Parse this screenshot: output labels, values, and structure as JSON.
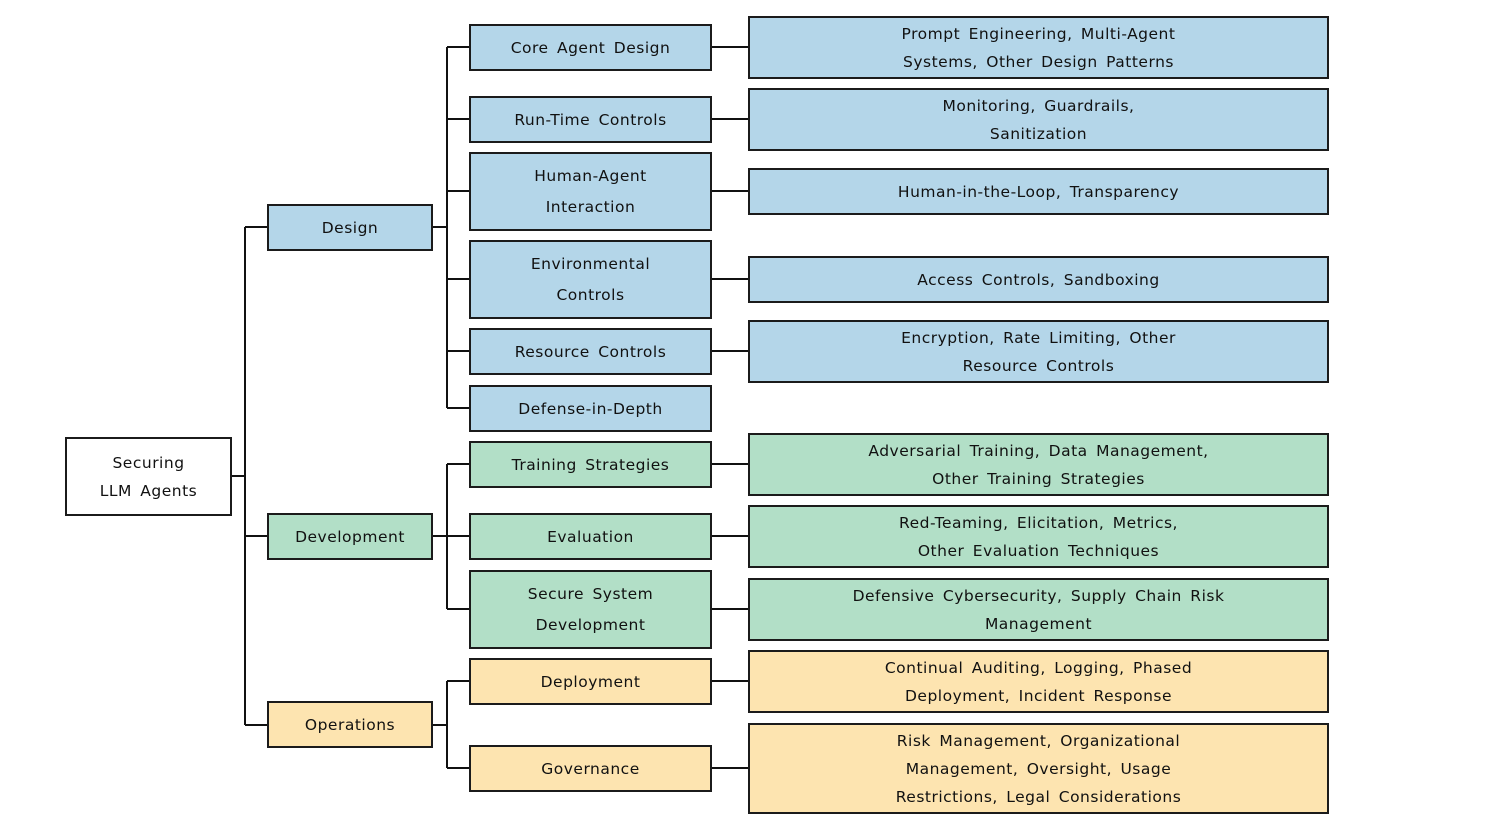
{
  "root": {
    "label": "Securing\nLLM Agents"
  },
  "categories": {
    "design": {
      "label": "Design"
    },
    "development": {
      "label": "Development"
    },
    "operations": {
      "label": "Operations"
    }
  },
  "subtopics": {
    "core_agent_design": {
      "label": "Core Agent Design",
      "details": "Prompt Engineering, Multi-Agent\nSystems, Other Design Patterns"
    },
    "run_time_controls": {
      "label": "Run-Time Controls",
      "details": "Monitoring, Guardrails,\nSanitization"
    },
    "human_agent_interaction": {
      "label": "Human-Agent\nInteraction",
      "details": "Human-in-the-Loop, Transparency"
    },
    "environmental_controls": {
      "label": "Environmental\nControls",
      "details": "Access Controls, Sandboxing"
    },
    "resource_controls": {
      "label": "Resource Controls",
      "details": "Encryption, Rate Limiting, Other\nResource Controls"
    },
    "defense_in_depth": {
      "label": "Defense-in-Depth"
    },
    "training_strategies": {
      "label": "Training Strategies",
      "details": "Adversarial Training, Data Management,\nOther Training Strategies"
    },
    "evaluation": {
      "label": "Evaluation",
      "details": "Red-Teaming, Elicitation, Metrics,\nOther Evaluation Techniques"
    },
    "secure_system_development": {
      "label": "Secure System\nDevelopment",
      "details": "Defensive Cybersecurity, Supply Chain Risk\nManagement"
    },
    "deployment": {
      "label": "Deployment",
      "details": "Continual Auditing, Logging, Phased\nDeployment, Incident Response"
    },
    "governance": {
      "label": "Governance",
      "details": "Risk Management, Organizational\nManagement, Oversight, Usage\nRestrictions, Legal Considerations"
    }
  },
  "colors": {
    "design": "#b4d6e9",
    "development": "#b2dfc7",
    "operations": "#fde4b0",
    "root": "#ffffff",
    "line": "#111111"
  }
}
